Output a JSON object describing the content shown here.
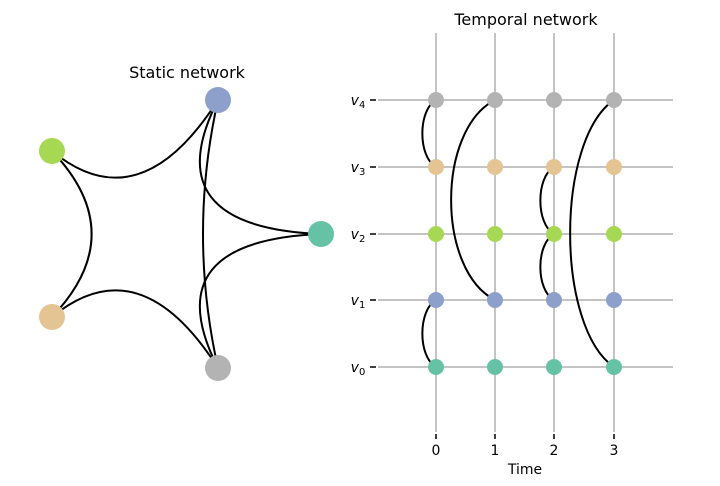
{
  "static": {
    "title": "Static network",
    "nodes": [
      {
        "id": "v0",
        "color": "#66c2a5"
      },
      {
        "id": "v1",
        "color": "#8da0cb"
      },
      {
        "id": "v2",
        "color": "#a6d854"
      },
      {
        "id": "v3",
        "color": "#e5c494"
      },
      {
        "id": "v4",
        "color": "#b3b3b3"
      }
    ],
    "edges": [
      [
        "v1",
        "v2"
      ],
      [
        "v1",
        "v0"
      ],
      [
        "v1",
        "v4"
      ],
      [
        "v2",
        "v3"
      ],
      [
        "v3",
        "v4"
      ],
      [
        "v4",
        "v0"
      ]
    ]
  },
  "temporal": {
    "title": "Temporal network",
    "xlabel": "Time",
    "times": [
      "0",
      "1",
      "2",
      "3"
    ],
    "node_labels": [
      "v0",
      "v1",
      "v2",
      "v3",
      "v4"
    ],
    "edges": [
      {
        "t": 0,
        "u": "v3",
        "v": "v4"
      },
      {
        "t": 0,
        "u": "v0",
        "v": "v1"
      },
      {
        "t": 1,
        "u": "v1",
        "v": "v4"
      },
      {
        "t": 2,
        "u": "v2",
        "v": "v3"
      },
      {
        "t": 2,
        "u": "v1",
        "v": "v2"
      },
      {
        "t": 3,
        "u": "v0",
        "v": "v4"
      }
    ],
    "grid_color": "#b0b0b0"
  }
}
